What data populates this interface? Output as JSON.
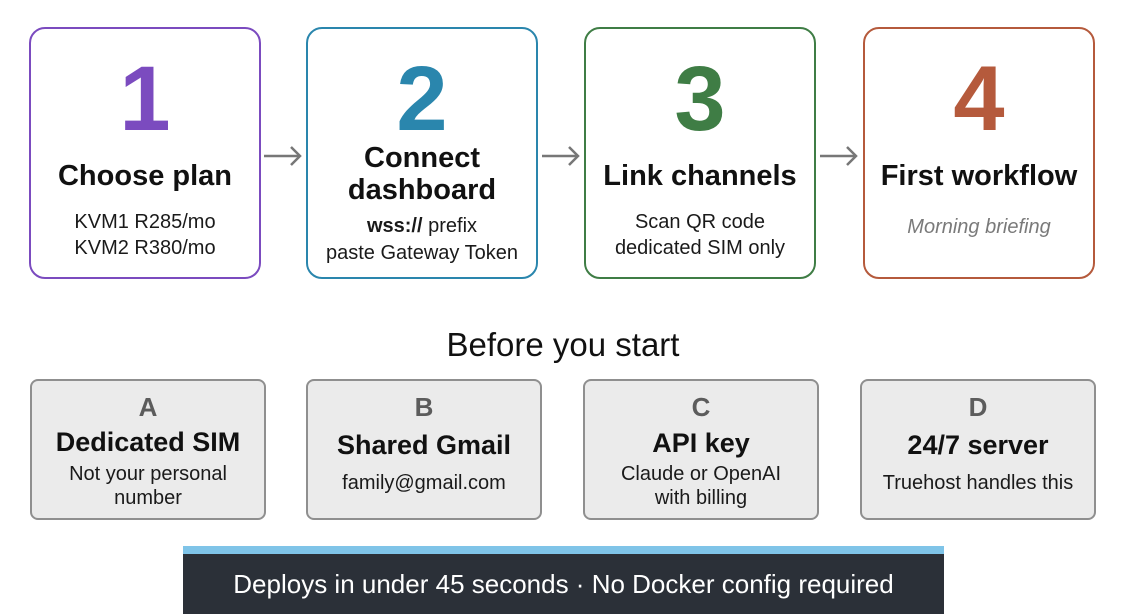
{
  "steps": [
    {
      "number": "1",
      "title": "Choose plan",
      "lines": [
        "KVM1 R285/mo",
        "KVM2 R380/mo"
      ],
      "color": "#7b4bbf"
    },
    {
      "number": "2",
      "title_lines": [
        "Connect",
        "dashboard"
      ],
      "line1_bold": "wss://",
      "line1_rest": " prefix",
      "line2": "paste Gateway Token",
      "color": "#2a86ad"
    },
    {
      "number": "3",
      "title": "Link channels",
      "lines": [
        "Scan QR code",
        "dedicated SIM only"
      ],
      "color": "#3f7d45"
    },
    {
      "number": "4",
      "title": "First workflow",
      "lines": [
        "Morning briefing"
      ],
      "color": "#b55a3c"
    }
  ],
  "before_heading": "Before you start",
  "requirements": [
    {
      "letter": "A",
      "title": "Dedicated SIM",
      "lines": [
        "Not your personal",
        "number"
      ]
    },
    {
      "letter": "B",
      "title": "Shared Gmail",
      "lines": [
        "family@gmail.com"
      ]
    },
    {
      "letter": "C",
      "title": "API key",
      "lines": [
        "Claude or OpenAI",
        "with billing"
      ]
    },
    {
      "letter": "D",
      "title": "24/7 server",
      "lines": [
        "Truehost handles this"
      ]
    }
  ],
  "banner": {
    "text": "Deploys in under 45 seconds · No Docker config required",
    "accent": "#7fc4e8"
  }
}
